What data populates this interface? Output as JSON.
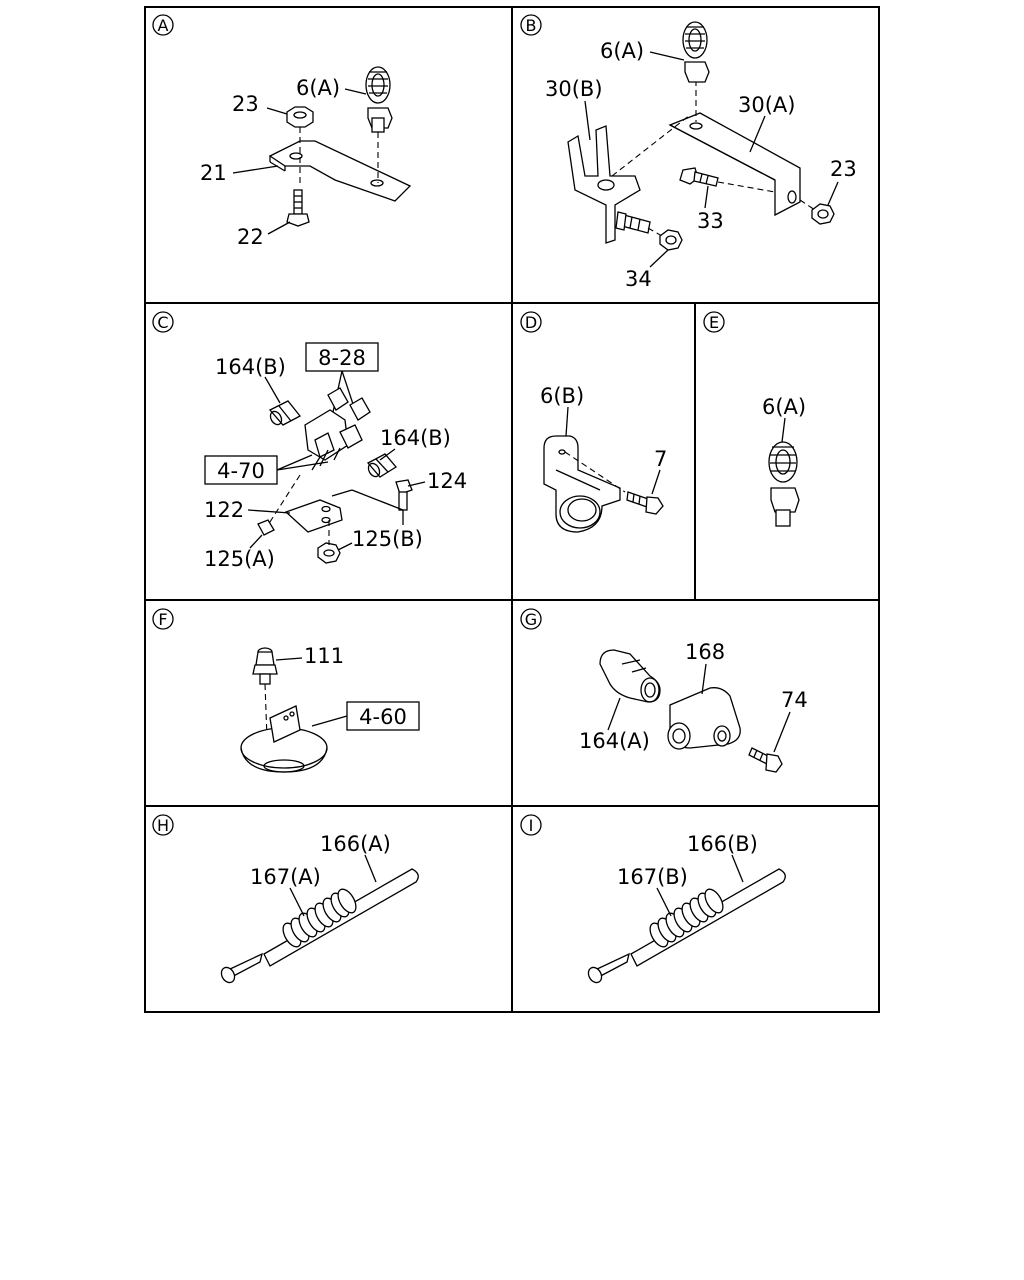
{
  "panels": [
    {
      "id": "A"
    },
    {
      "id": "B"
    },
    {
      "id": "C"
    },
    {
      "id": "D"
    },
    {
      "id": "E"
    },
    {
      "id": "F"
    },
    {
      "id": "G"
    },
    {
      "id": "H"
    },
    {
      "id": "I"
    }
  ],
  "labels": {
    "a_23": "23",
    "a_6a": "6(A)",
    "a_21": "21",
    "a_22": "22",
    "b_6a": "6(A)",
    "b_30b": "30(B)",
    "b_30a": "30(A)",
    "b_23": "23",
    "b_33": "33",
    "b_34": "34",
    "c_164b_1": "164(B)",
    "c_8_28": "8-28",
    "c_164b_2": "164(B)",
    "c_4_70": "4-70",
    "c_124": "124",
    "c_122": "122",
    "c_125b": "125(B)",
    "c_125a": "125(A)",
    "d_6b": "6(B)",
    "d_7": "7",
    "e_6a": "6(A)",
    "f_111": "111",
    "f_4_60": "4-60",
    "g_168": "168",
    "g_74": "74",
    "g_164a": "164(A)",
    "h_166a": "166(A)",
    "h_167a": "167(A)",
    "i_166b": "166(B)",
    "i_167b": "167(B)"
  }
}
